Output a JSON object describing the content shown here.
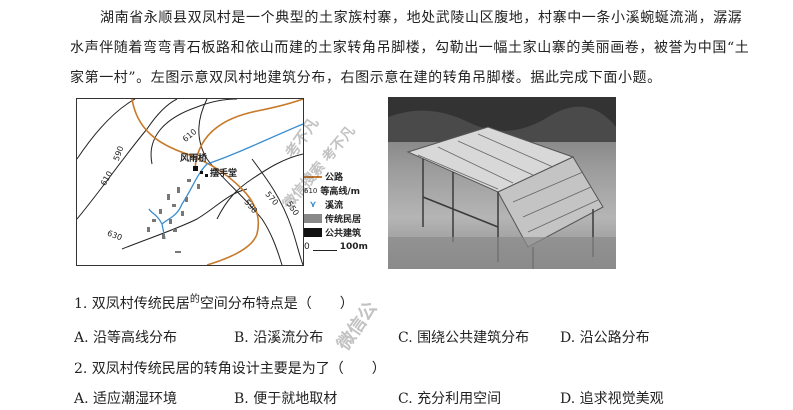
{
  "intro": {
    "line1": "湖南省永顺县双凤村是一个典型的土家族村寨，地处武陵山区腹地，村寨中一条小溪蜿蜒流淌，潺潺",
    "line2": "水声伴随着弯弯青石板路和依山而建的土家转角吊脚楼，勾勒出一幅土家山寨的美丽画卷，被誉为中国“土",
    "line3": "家第一村”。左图示意双凤村地建筑分布，右图示意在建的转角吊脚楼。据此完成下面小题。"
  },
  "map": {
    "labels": {
      "bridge": "风雨桥",
      "hall": "摆手堂"
    },
    "contours": [
      "610",
      "590",
      "610",
      "570",
      "590",
      "550",
      "630"
    ],
    "legend": {
      "road": "公路",
      "contour_sample": "610",
      "contour": "等高线/m",
      "stream": "溪流",
      "houses": "传统民居",
      "public": "公共建筑",
      "scale_zero": "0",
      "scale_len": "100m"
    },
    "colors": {
      "road": "#c87a2a",
      "stream": "#3a8ed0",
      "houses": "#888888",
      "public": "#111111"
    }
  },
  "watermark": {
    "a": "考不凡",
    "b": "微信搜索 考不凡",
    "c": "微信公"
  },
  "questions": [
    {
      "stem_pre": "1. 双凤村传统民居",
      "stem_sup": "的",
      "stem_post": "空间分布特点是（　　）",
      "options": [
        "A. 沿等高线分布",
        "B. 沿溪流分布",
        "C. 围绕公共建筑分布",
        "D. 沿公路分布"
      ]
    },
    {
      "stem": "2. 双凤村传统民居的转角设计主要是为了（　　）",
      "options": [
        "A. 适应潮湿环境",
        "B. 便于就地取材",
        "C. 充分利用空间",
        "D. 追求视觉美观"
      ]
    }
  ]
}
